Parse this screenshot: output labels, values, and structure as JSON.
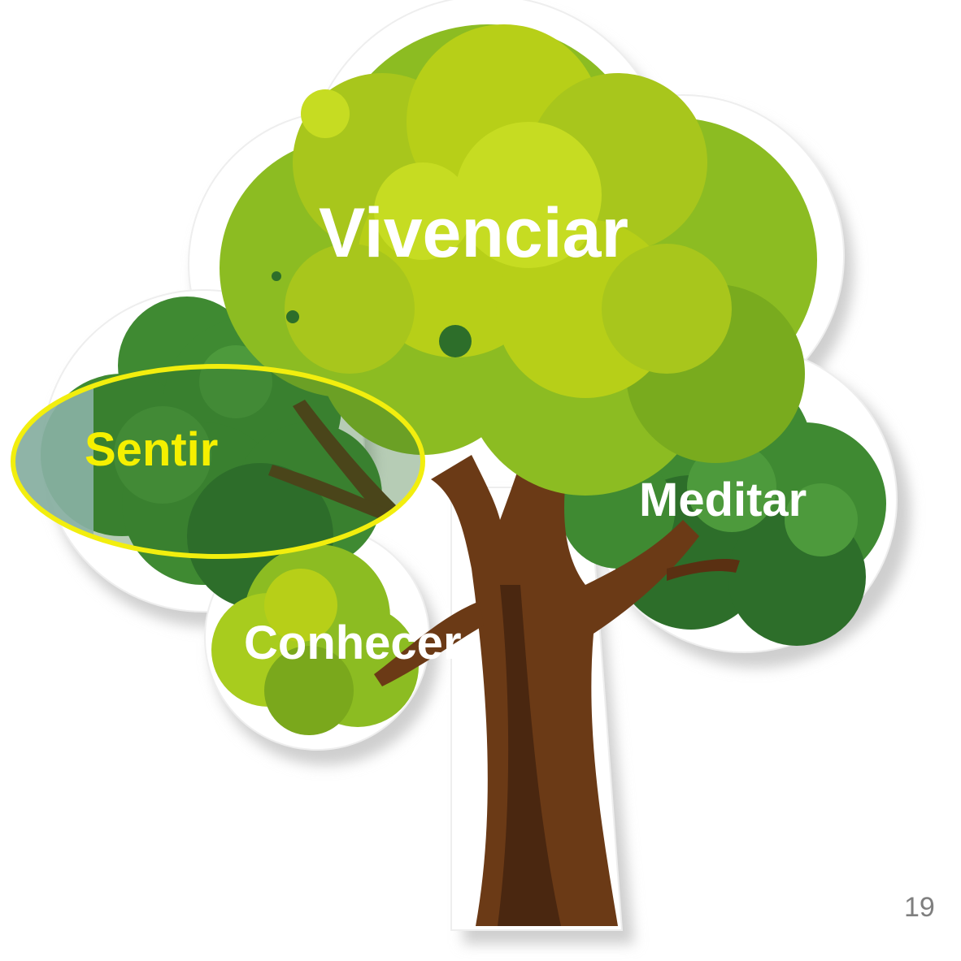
{
  "slide": {
    "page_number": "19",
    "words": {
      "vivenciar": "Vivenciar",
      "sentir": "Sentir",
      "meditar": "Meditar",
      "conhecer": "Conhecer"
    },
    "highlighted_word": "Sentir"
  },
  "colors": {
    "background": "#ffffff",
    "sticker_outline": "#ffffff",
    "sticker_shadow": "#d2d2d2",
    "crown_light": "#b7cf18",
    "crown_mid": "#8cbc22",
    "crown_dark": "#3f8a32",
    "crown_deep": "#2d6e2a",
    "bush_yellow": "#a8cc1e",
    "trunk": "#6b3a16",
    "trunk_dark": "#4a2710",
    "highlight_ring": "#f2ee0e",
    "highlight_fill": "#bcd6e8",
    "word_white": "#ffffff",
    "word_yellow": "#f5f000",
    "page_number": "#7f7f7f"
  }
}
